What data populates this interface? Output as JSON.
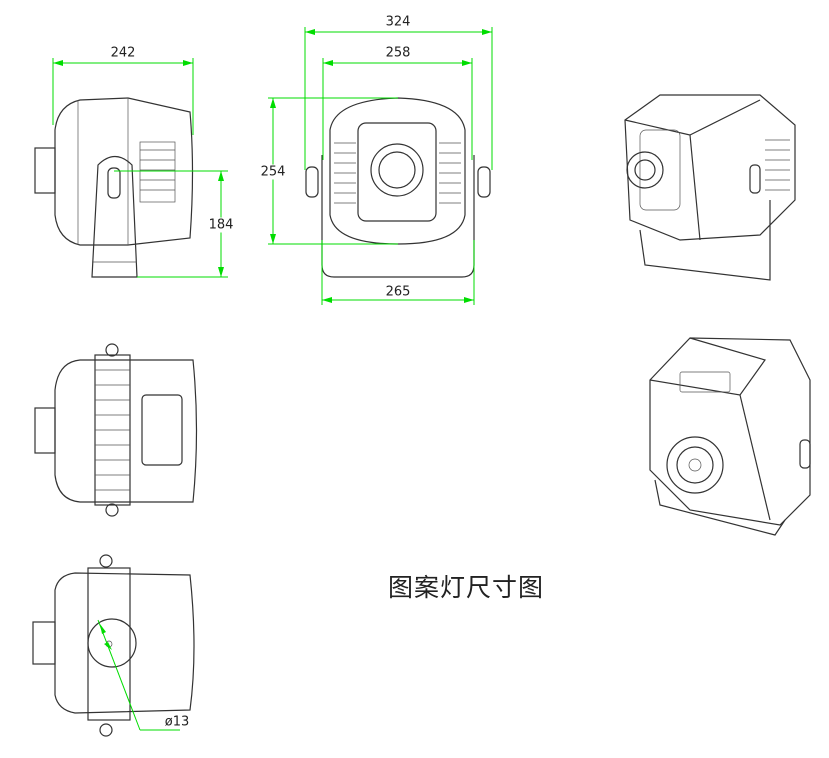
{
  "title": "图案灯尺寸图",
  "dimensions": {
    "side_width": "242",
    "side_height": "184",
    "front_overall_width": "324",
    "front_body_width": "258",
    "front_height": "254",
    "bracket_width": "265",
    "mount_hole": "ø13"
  },
  "colors": {
    "dimension_line": "#00dd00",
    "drawing_line": "#333333"
  }
}
